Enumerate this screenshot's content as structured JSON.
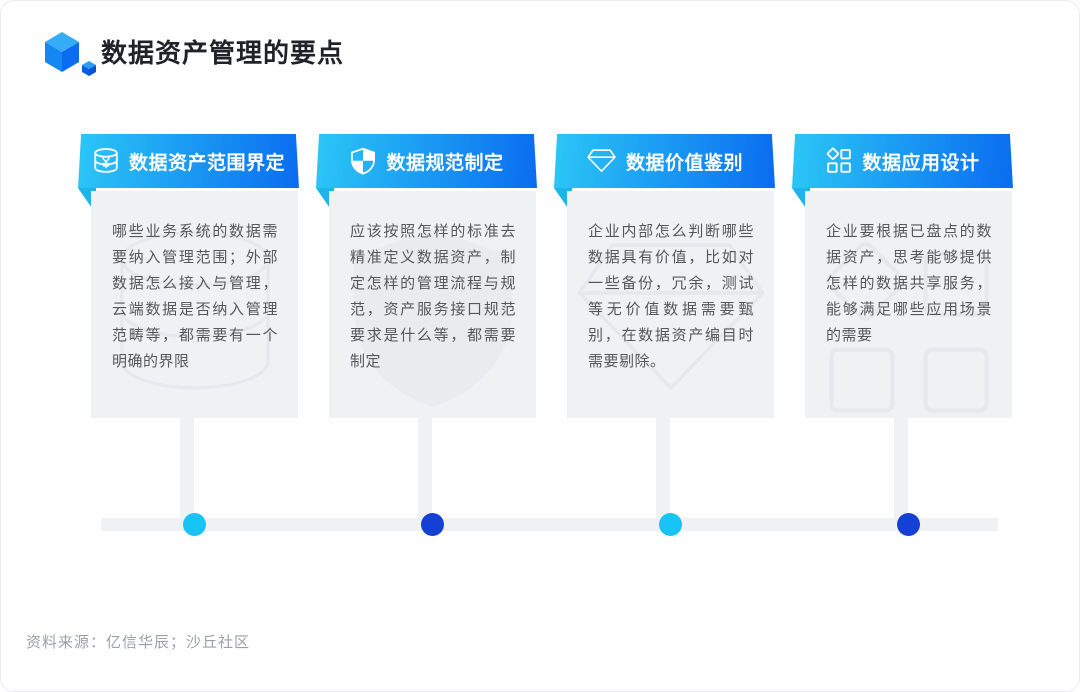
{
  "page": {
    "title": "数据资产管理的要点",
    "source": "资料来源：亿信华辰；沙丘社区",
    "logo_icon": "cube-logo-icon"
  },
  "colors": {
    "ribbon_gradient_start": "#2BC7F6",
    "ribbon_gradient_end": "#0A6CF0",
    "card_body_bg": "#F0F1F3",
    "dot_cyan": "#18C3F6",
    "dot_blue": "#1540D6",
    "timeline_gray": "#F0F1F3",
    "title_color": "#1F2329",
    "body_text_color": "#54585E",
    "source_text_color": "#9BA1A7"
  },
  "cards": [
    {
      "icon": "database-yen-icon",
      "title": "数据资产范围界定",
      "body": "哪些业务系统的数据需要纳入管理范围；外部数据怎么接入与管理，云端数据是否纳入管理范畴等，都需要有一个明确的界限",
      "dot_color": "#18C3F6"
    },
    {
      "icon": "shield-icon",
      "title": "数据规范制定",
      "body": "应该按照怎样的标准去精准定义数据资产，制定怎样的管理流程与规范，资产服务接口规范要求是什么等，都需要制定",
      "dot_color": "#1540D6"
    },
    {
      "icon": "diamond-icon",
      "title": "数据价值鉴别",
      "body": "企业内部怎么判断哪些数据具有价值，比如对一些备份，冗余，测试等无价值数据需要甄别，在数据资产编目时需要剔除。",
      "dot_color": "#18C3F6"
    },
    {
      "icon": "app-grid-icon",
      "title": "数据应用设计",
      "body": "企业要根据已盘点的数据资产，思考能够提供怎样的数据共享服务，能够满足哪些应用场景的需要",
      "dot_color": "#1540D6"
    }
  ]
}
